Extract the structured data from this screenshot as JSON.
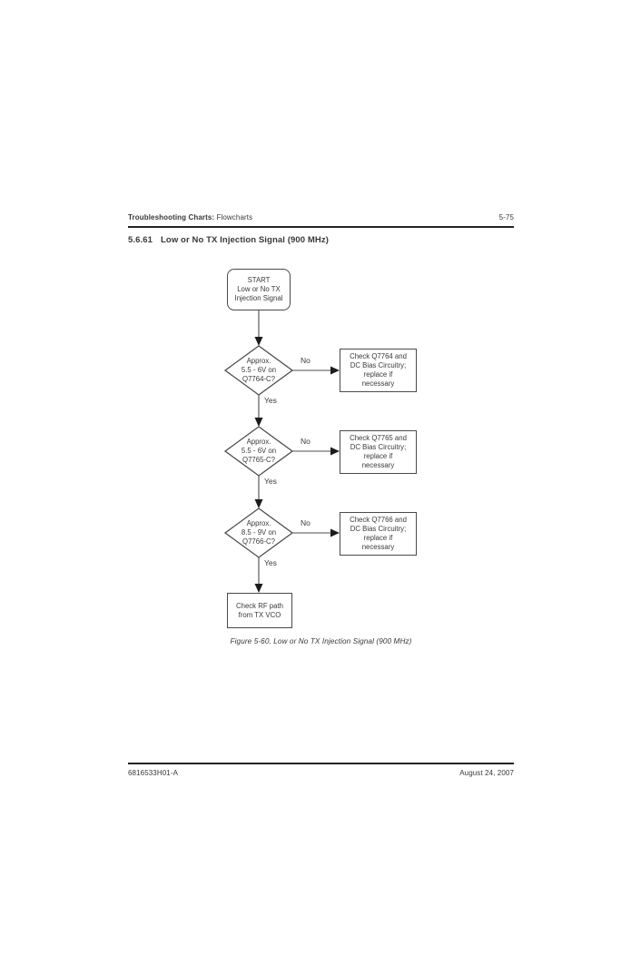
{
  "header": {
    "title_bold": "Troubleshooting Charts:",
    "title_regular": "Flowcharts",
    "page_number": "5-75"
  },
  "section": {
    "number": "5.6.61",
    "title": "Low or No TX Injection Signal (900 MHz)"
  },
  "flowchart": {
    "start": "START\nLow or No TX\nInjection Signal",
    "decisions": [
      {
        "label": "Approx.\n5.5 - 6V on\nQ7764-C?",
        "no_label": "No",
        "yes_label": "Yes",
        "no_action": "Check Q7764 and\nDC Bias Circuitry;\nreplace if\nnecessary"
      },
      {
        "label": "Approx.\n5.5 - 6V on\nQ7765-C?",
        "no_label": "No",
        "yes_label": "Yes",
        "no_action": "Check Q7765 and\nDC Bias Circuitry;\nreplace if\nnecessary"
      },
      {
        "label": "Approx.\n8.5 - 9V on\nQ7766-C?",
        "no_label": "No",
        "yes_label": "Yes",
        "no_action": "Check Q7766 and\nDC Bias Circuitry;\nreplace if\nnecessary"
      }
    ],
    "end": "Check RF path\nfrom TX VCO"
  },
  "caption": "Figure 5-60.  Low or No TX Injection Signal (900 MHz)",
  "footer": {
    "left": "6816533H01-A",
    "right": "August 24, 2007"
  }
}
